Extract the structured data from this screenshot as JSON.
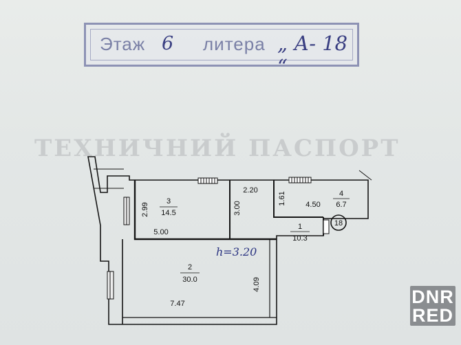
{
  "stamp": {
    "floor_label": "Этаж",
    "floor_value": "6",
    "letter_label": "литера",
    "letter_value": "„ А- 18 “"
  },
  "background_title": "ТЕХНИЧНИЙ ПАСПОРТ",
  "height_note": "h=3.20",
  "unit_number": "18",
  "rooms": [
    {
      "number": "1",
      "area": "10.3"
    },
    {
      "number": "2",
      "area": "30.0"
    },
    {
      "number": "3",
      "area": "14.5"
    },
    {
      "number": "4",
      "area": "6.7"
    }
  ],
  "dimensions": {
    "room3_height": "2.99",
    "room3_width": "5.00",
    "corridor_height": "3.00",
    "corridor_width": "2.20",
    "room4_height": "1.61",
    "room4_width": "4.50",
    "room2_height": "4.09",
    "room2_width": "7.47"
  },
  "watermark": {
    "line1": "DNR",
    "line2": "RED"
  }
}
